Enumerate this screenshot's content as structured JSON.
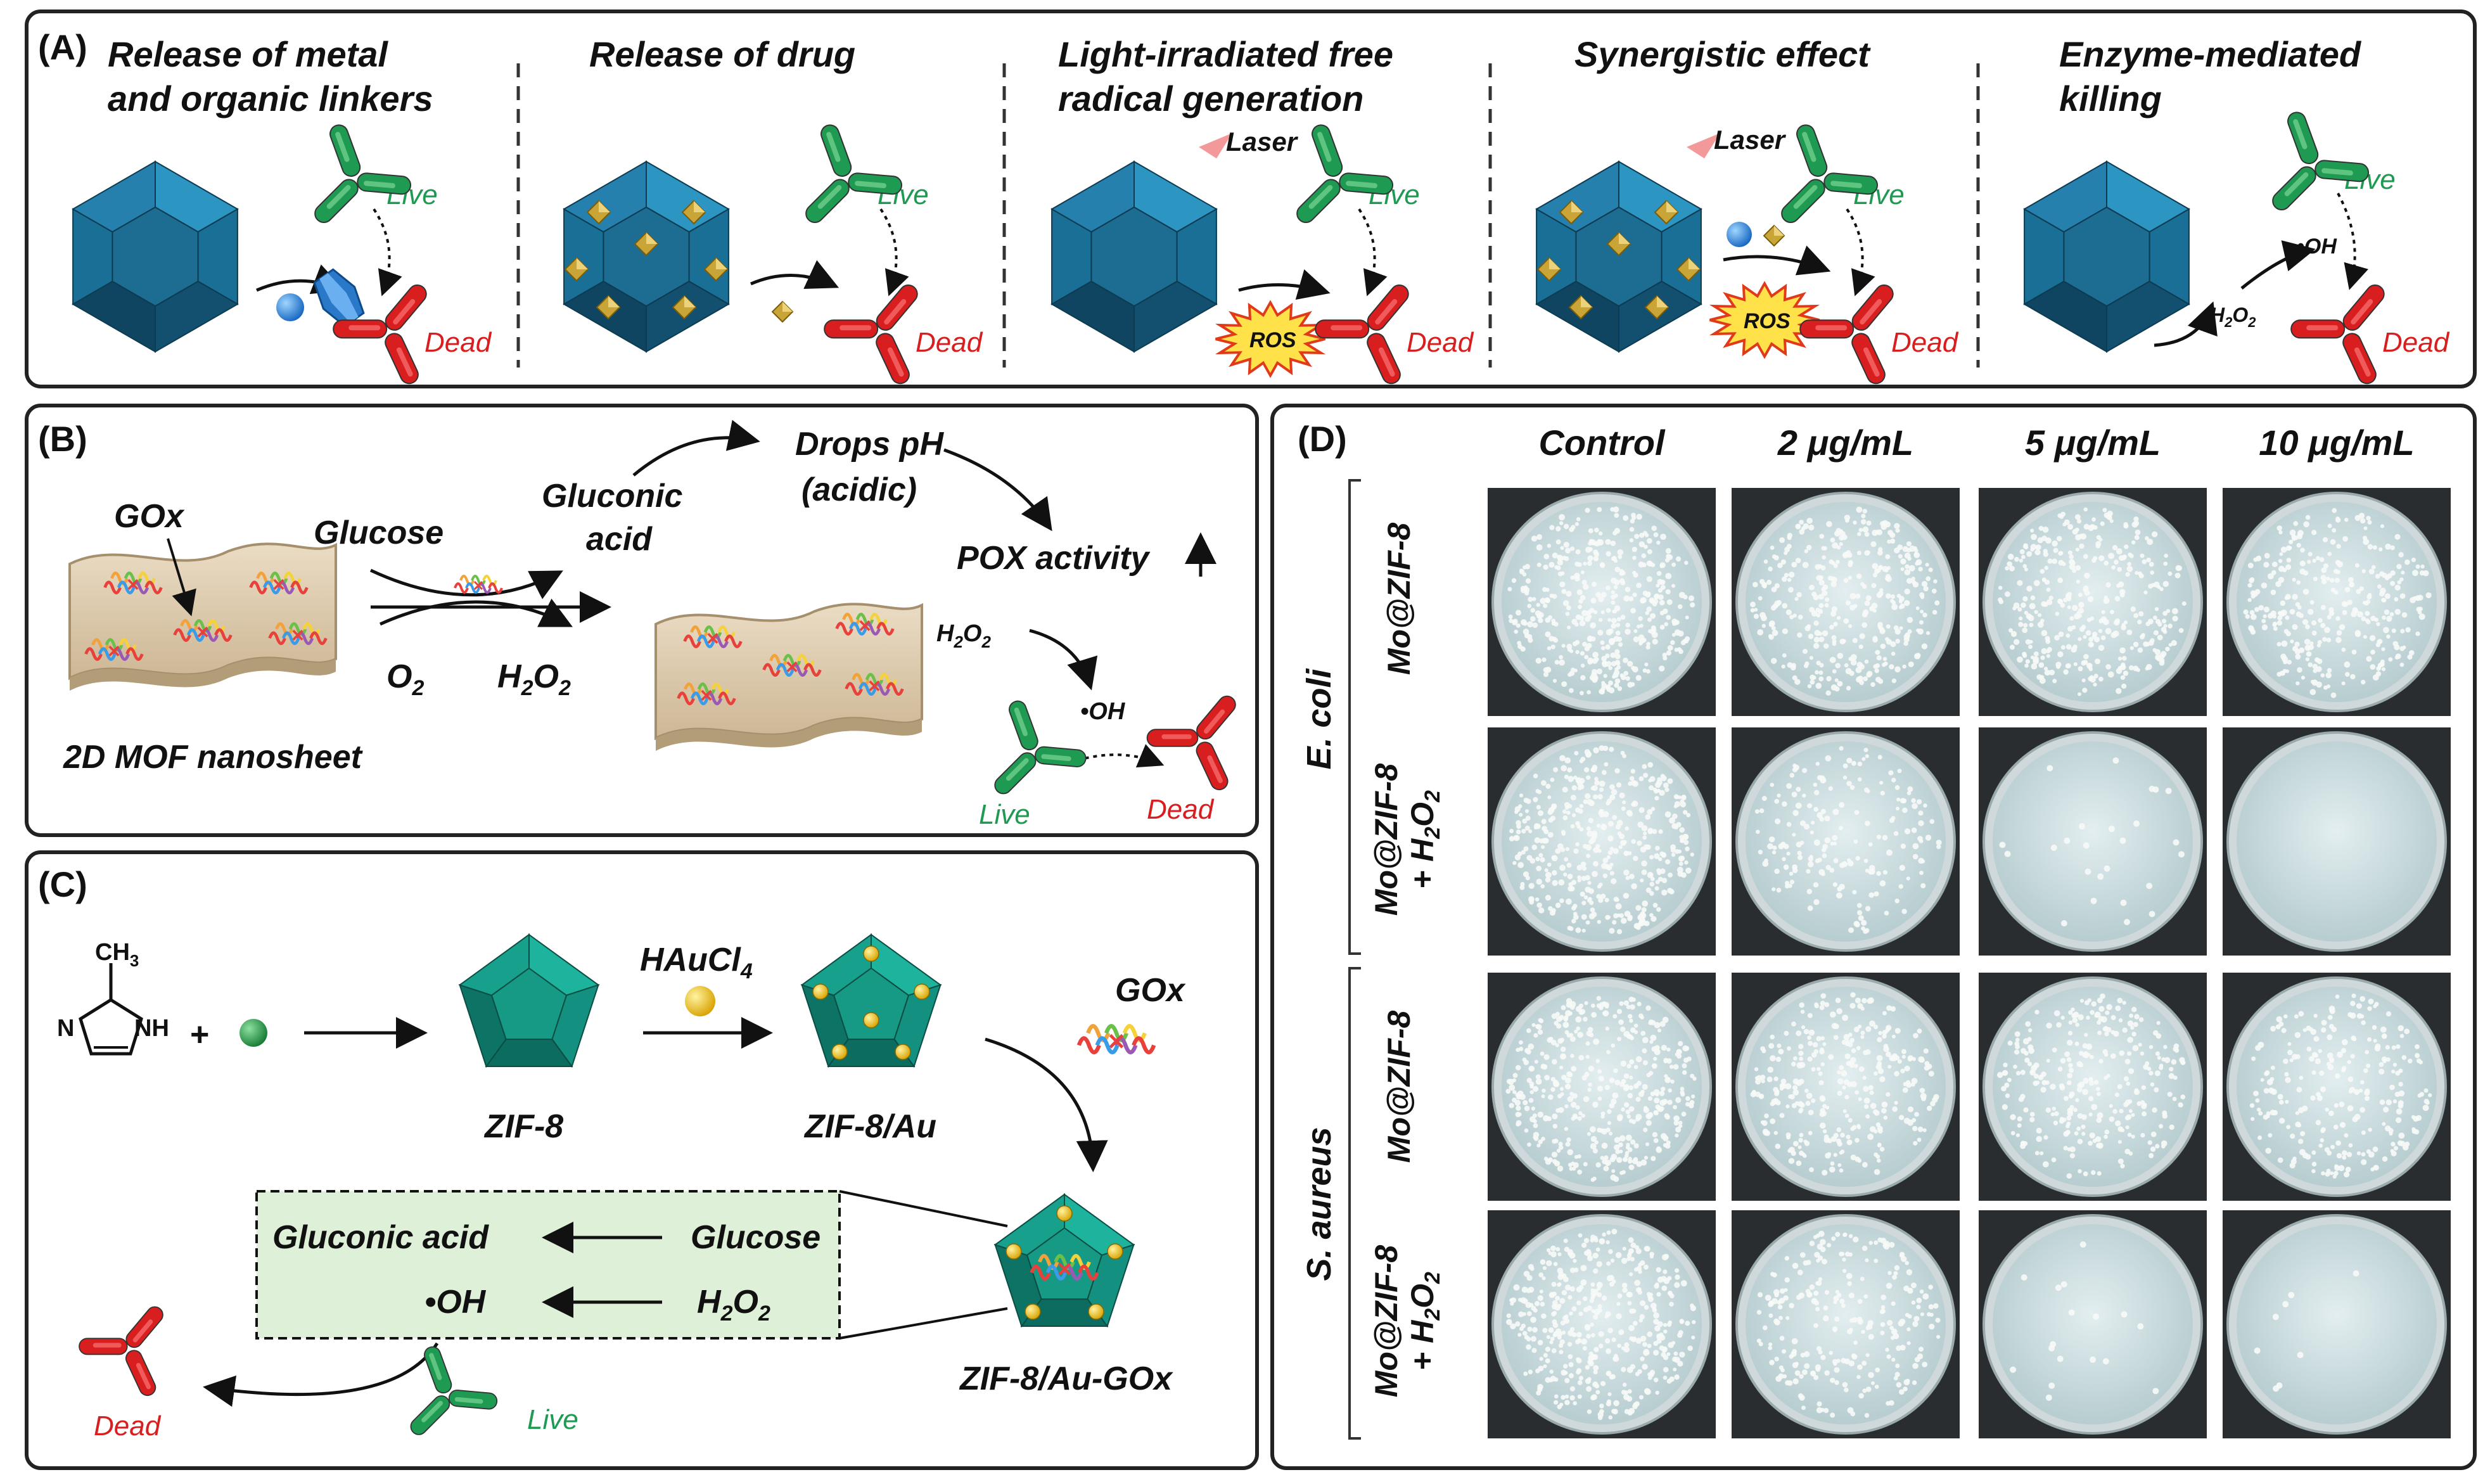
{
  "panelA": {
    "label": "(A)",
    "headers": [
      [
        "Release of metal",
        "and organic linkers"
      ],
      [
        "Release of drug"
      ],
      [
        "Light-irradiated free",
        "radical generation"
      ],
      [
        "Synergistic effect"
      ],
      [
        "Enzyme-mediated",
        "killing"
      ]
    ],
    "live": "Live",
    "dead": "Dead",
    "laser": "Laser",
    "ros": "ROS",
    "oh": "•OH",
    "h2o2_main": "H",
    "h2o2_sub1": "2",
    "h2o2_mid": "O",
    "h2o2_sub2": "2"
  },
  "panelB": {
    "label": "(B)",
    "gox": "GOx",
    "glucose": "Glucose",
    "gluconic1": "Gluconic",
    "gluconic2": "acid",
    "drops1": "Drops pH",
    "drops2": "(acidic)",
    "pox": "POX activity",
    "o2": "O",
    "o2sub": "2",
    "h2o2a": "H",
    "h2o2b": "2",
    "h2o2c": "O",
    "h2o2d": "2",
    "oh": "•OH",
    "mof": "2D MOF nanosheet",
    "live": "Live",
    "dead": "Dead"
  },
  "panelC": {
    "label": "(C)",
    "ch3": "CH",
    "ch3sub": "3",
    "n": "N",
    "nh": "NH",
    "plus": "+",
    "haucl": "HAuCl",
    "hauclsub": "4",
    "gox": "GOx",
    "zif8": "ZIF-8",
    "zifau": "ZIF-8/Au",
    "zifaugox": "ZIF-8/Au-GOx",
    "gluconic": "Gluconic acid",
    "glucose": "Glucose",
    "oh": "•OH",
    "h2o2a": "H",
    "h2o2b": "2",
    "h2o2c": "O",
    "h2o2d": "2",
    "live": "Live",
    "dead": "Dead"
  },
  "panelD": {
    "label": "(D)",
    "columns": [
      "Control",
      "2 μg/mL",
      "5 μg/mL",
      "10 μg/mL"
    ],
    "groups": [
      "E. coli",
      "S. aureus"
    ],
    "row_mo": "Mo@ZIF-8",
    "row_h2o2_a": "+ H",
    "row_h2o2_sub1": "2",
    "row_h2o2_mid": "O",
    "row_h2o2_sub2": "2",
    "colony_density": [
      [
        1.0,
        0.85,
        0.85,
        0.75
      ],
      [
        1.0,
        0.45,
        0.06,
        0.0
      ],
      [
        1.0,
        0.75,
        0.7,
        0.6
      ],
      [
        1.0,
        0.6,
        0.04,
        0.02
      ]
    ]
  },
  "colors": {
    "mof_blue": "#1d7fa8",
    "teal": "#169a86",
    "live": "#1f9a52",
    "dead": "#d81e1e",
    "gold": "#c9a436"
  }
}
